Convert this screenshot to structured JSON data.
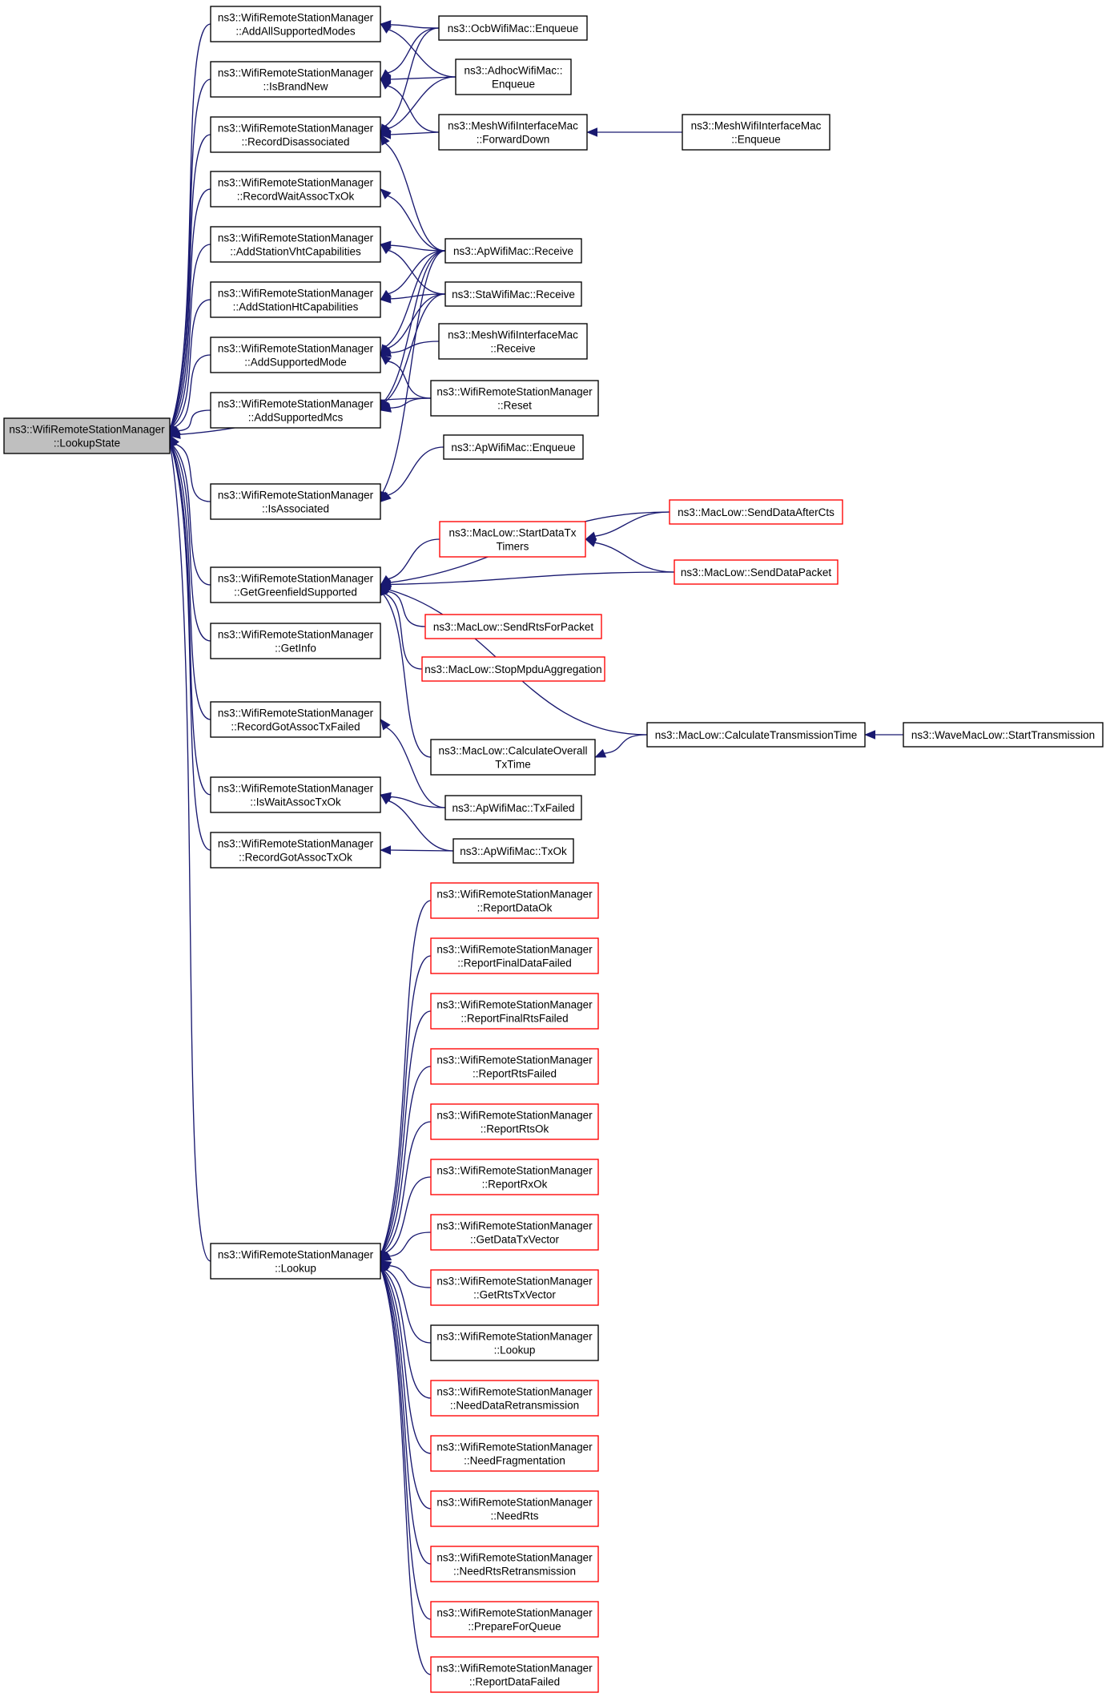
{
  "nodes": [
    {
      "id": "n0",
      "lines": [
        "ns3::WifiRemoteStationManager",
        "::LookupState"
      ],
      "style": "focus"
    },
    {
      "id": "n1",
      "lines": [
        "ns3::WifiRemoteStationManager",
        "::AddAllSupportedModes"
      ],
      "style": "black"
    },
    {
      "id": "n2",
      "lines": [
        "ns3::WifiRemoteStationManager",
        "::IsBrandNew"
      ],
      "style": "black"
    },
    {
      "id": "n3",
      "lines": [
        "ns3::WifiRemoteStationManager",
        "::RecordDisassociated"
      ],
      "style": "black"
    },
    {
      "id": "n4",
      "lines": [
        "ns3::WifiRemoteStationManager",
        "::RecordWaitAssocTxOk"
      ],
      "style": "black"
    },
    {
      "id": "n5",
      "lines": [
        "ns3::WifiRemoteStationManager",
        "::AddStationVhtCapabilities"
      ],
      "style": "black"
    },
    {
      "id": "n6",
      "lines": [
        "ns3::WifiRemoteStationManager",
        "::AddStationHtCapabilities"
      ],
      "style": "black"
    },
    {
      "id": "n7",
      "lines": [
        "ns3::WifiRemoteStationManager",
        "::AddSupportedMode"
      ],
      "style": "black"
    },
    {
      "id": "n8",
      "lines": [
        "ns3::WifiRemoteStationManager",
        "::AddSupportedMcs"
      ],
      "style": "black"
    },
    {
      "id": "n9",
      "lines": [
        "ns3::WifiRemoteStationManager",
        "::IsAssociated"
      ],
      "style": "black"
    },
    {
      "id": "n10",
      "lines": [
        "ns3::WifiRemoteStationManager",
        "::GetGreenfieldSupported"
      ],
      "style": "black"
    },
    {
      "id": "n11",
      "lines": [
        "ns3::WifiRemoteStationManager",
        "::GetInfo"
      ],
      "style": "black"
    },
    {
      "id": "n12",
      "lines": [
        "ns3::WifiRemoteStationManager",
        "::RecordGotAssocTxFailed"
      ],
      "style": "black"
    },
    {
      "id": "n13",
      "lines": [
        "ns3::WifiRemoteStationManager",
        "::IsWaitAssocTxOk"
      ],
      "style": "black"
    },
    {
      "id": "n14",
      "lines": [
        "ns3::WifiRemoteStationManager",
        "::RecordGotAssocTxOk"
      ],
      "style": "black"
    },
    {
      "id": "n15",
      "lines": [
        "ns3::WifiRemoteStationManager",
        "::Lookup"
      ],
      "style": "black"
    },
    {
      "id": "m1",
      "lines": [
        "ns3::OcbWifiMac::Enqueue"
      ],
      "style": "black"
    },
    {
      "id": "m2",
      "lines": [
        "ns3::AdhocWifiMac::",
        "Enqueue"
      ],
      "style": "black"
    },
    {
      "id": "m3",
      "lines": [
        "ns3::MeshWifiInterfaceMac",
        "::ForwardDown"
      ],
      "style": "black"
    },
    {
      "id": "m4",
      "lines": [
        "ns3::ApWifiMac::Receive"
      ],
      "style": "black"
    },
    {
      "id": "m5",
      "lines": [
        "ns3::StaWifiMac::Receive"
      ],
      "style": "black"
    },
    {
      "id": "m6",
      "lines": [
        "ns3::MeshWifiInterfaceMac",
        "::Receive"
      ],
      "style": "black"
    },
    {
      "id": "m7",
      "lines": [
        "ns3::WifiRemoteStationManager",
        "::Reset"
      ],
      "style": "black"
    },
    {
      "id": "m8",
      "lines": [
        "ns3::ApWifiMac::Enqueue"
      ],
      "style": "black"
    },
    {
      "id": "m9",
      "lines": [
        "ns3::MacLow::StartDataTx",
        "Timers"
      ],
      "style": "red"
    },
    {
      "id": "m10",
      "lines": [
        "ns3::MacLow::SendRtsForPacket"
      ],
      "style": "red"
    },
    {
      "id": "m11",
      "lines": [
        "ns3::MacLow::StopMpduAggregation"
      ],
      "style": "red"
    },
    {
      "id": "m12",
      "lines": [
        "ns3::MacLow::CalculateOverall",
        "TxTime"
      ],
      "style": "black"
    },
    {
      "id": "m13",
      "lines": [
        "ns3::ApWifiMac::TxFailed"
      ],
      "style": "black"
    },
    {
      "id": "m14",
      "lines": [
        "ns3::ApWifiMac::TxOk"
      ],
      "style": "black"
    },
    {
      "id": "r1",
      "lines": [
        "ns3::WifiRemoteStationManager",
        "::ReportDataOk"
      ],
      "style": "red"
    },
    {
      "id": "r2",
      "lines": [
        "ns3::WifiRemoteStationManager",
        "::ReportFinalDataFailed"
      ],
      "style": "red"
    },
    {
      "id": "r3",
      "lines": [
        "ns3::WifiRemoteStationManager",
        "::ReportFinalRtsFailed"
      ],
      "style": "red"
    },
    {
      "id": "r4",
      "lines": [
        "ns3::WifiRemoteStationManager",
        "::ReportRtsFailed"
      ],
      "style": "red"
    },
    {
      "id": "r5",
      "lines": [
        "ns3::WifiRemoteStationManager",
        "::ReportRtsOk"
      ],
      "style": "red"
    },
    {
      "id": "r6",
      "lines": [
        "ns3::WifiRemoteStationManager",
        "::ReportRxOk"
      ],
      "style": "red"
    },
    {
      "id": "r7",
      "lines": [
        "ns3::WifiRemoteStationManager",
        "::GetDataTxVector"
      ],
      "style": "red"
    },
    {
      "id": "r8",
      "lines": [
        "ns3::WifiRemoteStationManager",
        "::GetRtsTxVector"
      ],
      "style": "red"
    },
    {
      "id": "r9",
      "lines": [
        "ns3::WifiRemoteStationManager",
        "::Lookup"
      ],
      "style": "black"
    },
    {
      "id": "r10",
      "lines": [
        "ns3::WifiRemoteStationManager",
        "::NeedDataRetransmission"
      ],
      "style": "red"
    },
    {
      "id": "r11",
      "lines": [
        "ns3::WifiRemoteStationManager",
        "::NeedFragmentation"
      ],
      "style": "red"
    },
    {
      "id": "r12",
      "lines": [
        "ns3::WifiRemoteStationManager",
        "::NeedRts"
      ],
      "style": "red"
    },
    {
      "id": "r13",
      "lines": [
        "ns3::WifiRemoteStationManager",
        "::NeedRtsRetransmission"
      ],
      "style": "red"
    },
    {
      "id": "r14",
      "lines": [
        "ns3::WifiRemoteStationManager",
        "::PrepareForQueue"
      ],
      "style": "red"
    },
    {
      "id": "r15",
      "lines": [
        "ns3::WifiRemoteStationManager",
        "::ReportDataFailed"
      ],
      "style": "red"
    },
    {
      "id": "f1",
      "lines": [
        "ns3::MeshWifiInterfaceMac",
        "::Enqueue"
      ],
      "style": "black"
    },
    {
      "id": "f2",
      "lines": [
        "ns3::MacLow::SendDataAfterCts"
      ],
      "style": "red"
    },
    {
      "id": "f3",
      "lines": [
        "ns3::MacLow::SendDataPacket"
      ],
      "style": "red"
    },
    {
      "id": "f4",
      "lines": [
        "ns3::MacLow::CalculateTransmissionTime"
      ],
      "style": "black"
    },
    {
      "id": "f5",
      "lines": [
        "ns3::WaveMacLow::StartTransmission"
      ],
      "style": "black"
    }
  ],
  "edges": [
    [
      "n1",
      "n0"
    ],
    [
      "n2",
      "n0"
    ],
    [
      "n3",
      "n0"
    ],
    [
      "n4",
      "n0"
    ],
    [
      "n5",
      "n0"
    ],
    [
      "n6",
      "n0"
    ],
    [
      "n7",
      "n0"
    ],
    [
      "n8",
      "n0"
    ],
    [
      "n9",
      "n0"
    ],
    [
      "n10",
      "n0"
    ],
    [
      "n11",
      "n0"
    ],
    [
      "n12",
      "n0"
    ],
    [
      "n13",
      "n0"
    ],
    [
      "n14",
      "n0"
    ],
    [
      "n15",
      "n0"
    ],
    [
      "m7",
      "n0"
    ],
    [
      "m1",
      "n1"
    ],
    [
      "m2",
      "n1"
    ],
    [
      "m1",
      "n2"
    ],
    [
      "m2",
      "n2"
    ],
    [
      "m3",
      "n2"
    ],
    [
      "m1",
      "n3"
    ],
    [
      "m2",
      "n3"
    ],
    [
      "m3",
      "n3"
    ],
    [
      "m4",
      "n3"
    ],
    [
      "m4",
      "n4"
    ],
    [
      "m4",
      "n5"
    ],
    [
      "m5",
      "n5"
    ],
    [
      "m4",
      "n6"
    ],
    [
      "m5",
      "n6"
    ],
    [
      "m4",
      "n7"
    ],
    [
      "m5",
      "n7"
    ],
    [
      "m6",
      "n7"
    ],
    [
      "m7",
      "n7"
    ],
    [
      "m4",
      "n8"
    ],
    [
      "m5",
      "n8"
    ],
    [
      "m7",
      "n8"
    ],
    [
      "m8",
      "n9"
    ],
    [
      "m4",
      "n9"
    ],
    [
      "m9",
      "n10"
    ],
    [
      "m10",
      "n10"
    ],
    [
      "m11",
      "n10"
    ],
    [
      "m12",
      "n10"
    ],
    [
      "f2",
      "n10"
    ],
    [
      "f3",
      "n10"
    ],
    [
      "f4",
      "n10"
    ],
    [
      "m13",
      "n12"
    ],
    [
      "m13",
      "n13"
    ],
    [
      "m14",
      "n13"
    ],
    [
      "m14",
      "n14"
    ],
    [
      "r1",
      "n15"
    ],
    [
      "r2",
      "n15"
    ],
    [
      "r3",
      "n15"
    ],
    [
      "r4",
      "n15"
    ],
    [
      "r5",
      "n15"
    ],
    [
      "r6",
      "n15"
    ],
    [
      "r7",
      "n15"
    ],
    [
      "r8",
      "n15"
    ],
    [
      "r9",
      "n15"
    ],
    [
      "r10",
      "n15"
    ],
    [
      "r11",
      "n15"
    ],
    [
      "r12",
      "n15"
    ],
    [
      "r13",
      "n15"
    ],
    [
      "r14",
      "n15"
    ],
    [
      "r15",
      "n15"
    ],
    [
      "f1",
      "m3"
    ],
    [
      "f2",
      "m9"
    ],
    [
      "f3",
      "m9"
    ],
    [
      "f4",
      "m12"
    ],
    [
      "f5",
      "f4"
    ]
  ]
}
